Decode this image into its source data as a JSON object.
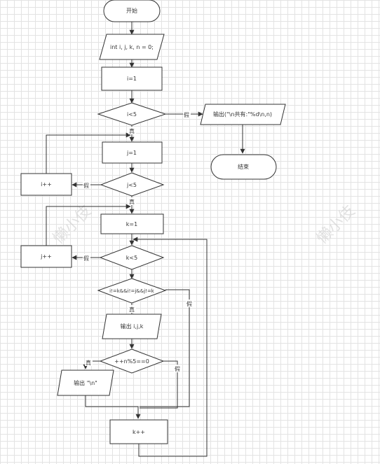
{
  "nodes": {
    "start": "开始",
    "declare": "int i, j, k, n = 0;",
    "i_init": "i=1",
    "i_cond": "i<5",
    "output_total": "输出(\"\\n共有:\"%d\\n,n)",
    "end": "结束",
    "j_init": "j=1",
    "i_inc": "i++",
    "j_cond": "j<5",
    "k_init": "k=1",
    "j_inc": "j++",
    "k_cond": "k<5",
    "distinct_cond": "i!=k&&i!=j&&j!=k",
    "output_ijk": "输出 i,j,k",
    "n_cond": "++n%5==0",
    "output_newline": "输出 \"\\n\"",
    "k_inc": "k++"
  },
  "edge_labels": {
    "true": "真",
    "false": "假"
  },
  "watermark": "懒小伎"
}
